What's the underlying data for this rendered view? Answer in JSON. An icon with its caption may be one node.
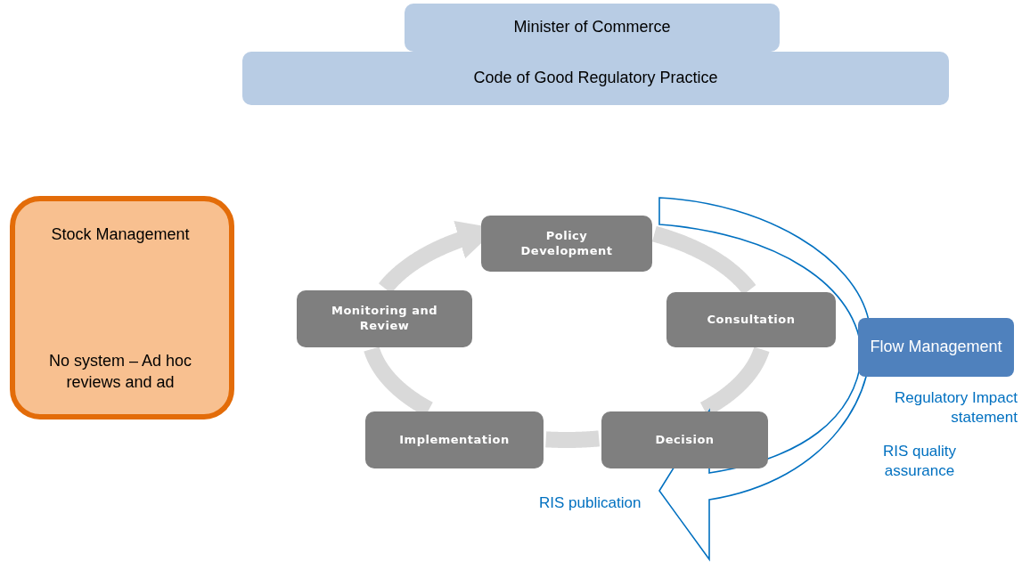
{
  "diagram": {
    "nodes": [
      {
        "text": [
          "Minister of Commerce"
        ]
      },
      {
        "text": [
          "Code of Good Regulatory Practice"
        ]
      },
      {
        "text": [
          "Stock Management",
          "No system – Ad hoc reviews and ad"
        ]
      },
      {
        "text": [
          "Policy Development"
        ]
      },
      {
        "text": [
          "Consultation"
        ]
      },
      {
        "text": [
          "Decision"
        ]
      },
      {
        "text": [
          "Implementation"
        ]
      },
      {
        "text": [
          "Monitoring and Review"
        ]
      },
      {
        "text": [
          "Flow Management"
        ]
      }
    ],
    "edges": [
      {
        "from": 3,
        "to": 4,
        "arrow": "none"
      },
      {
        "from": 4,
        "to": 5,
        "arrow": "none"
      },
      {
        "from": 5,
        "to": 6,
        "arrow": "none"
      },
      {
        "from": 6,
        "to": 7,
        "arrow": "none"
      },
      {
        "from": 7,
        "to": 3,
        "arrow": "to"
      }
    ],
    "labels": [
      "Regulatory Impact statement",
      "RIS quality assurance",
      "RIS publication"
    ]
  }
}
